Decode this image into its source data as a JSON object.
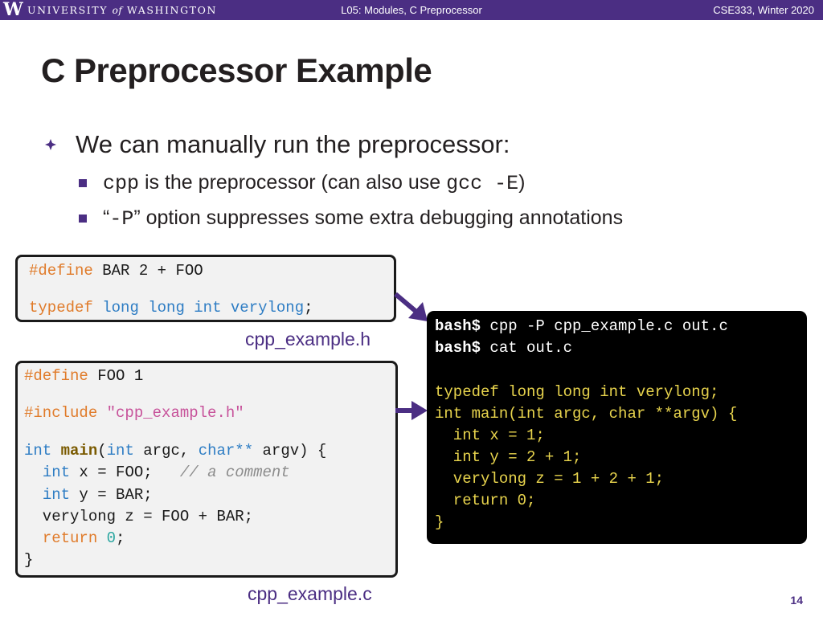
{
  "header": {
    "logo_letter": "W",
    "university_name_a": "UNIVERSITY",
    "university_name_of": "of",
    "university_name_b": "WASHINGTON",
    "lecture": "L05: Modules, C Preprocessor",
    "course": "CSE333, Winter 2020"
  },
  "slide": {
    "title": "C Preprocessor Example",
    "bullet1": "We can manually run the preprocessor:",
    "sub1_code": "cpp",
    "sub1_text": " is the preprocessor (can also use ",
    "sub1_code2": "gcc -E",
    "sub1_end": ")",
    "sub2_open": "“",
    "sub2_code": "-P",
    "sub2_text": "” option suppresses some extra debugging annotations",
    "page_number": "14"
  },
  "header_file": {
    "caption": "cpp_example.h",
    "line1_directive": "#define",
    "line1_rest": " BAR 2 + FOO",
    "line2_typedef": "typedef",
    "line2_long1": "long",
    "line2_long2": "long",
    "line2_int": "int",
    "line2_name": "verylong",
    "line2_semi": ";"
  },
  "source_file": {
    "caption": "cpp_example.c",
    "l1_directive": "#define",
    "l1_rest": " FOO 1",
    "l2_directive": "#include",
    "l2_str": "\"cpp_example.h\"",
    "l3_int": "int",
    "l3_main": "main",
    "l3_paren": "(",
    "l3_int2": "int",
    "l3_argc": " argc, ",
    "l3_char": "char**",
    "l3_rest": " argv) {",
    "l4_int": "int",
    "l4_rest": " x = FOO;   ",
    "l4_comment": "// a comment",
    "l5_int": "int",
    "l5_rest": " y = BAR;",
    "l6": "  verylong z = FOO + BAR;",
    "l7_return": "return",
    "l7_zero": "0",
    "l7_semi": ";",
    "l8": "}"
  },
  "terminal": {
    "prompt1": "bash$",
    "cmd1": " cpp -P cpp_example.c out.c",
    "prompt2": "bash$",
    "cmd2": " cat out.c",
    "out": [
      "typedef long long int verylong;",
      "int main(int argc, char **argv) {",
      "  int x = 1;",
      "  int y = 2 + 1;",
      "  verylong z = 1 + 2 + 1;",
      "  return 0;",
      "}"
    ]
  },
  "colors": {
    "brand_purple": "#4b2e83",
    "terminal_text": "#e8d44d",
    "directive": "#e07b2a",
    "type_keyword": "#2e7dc4"
  }
}
